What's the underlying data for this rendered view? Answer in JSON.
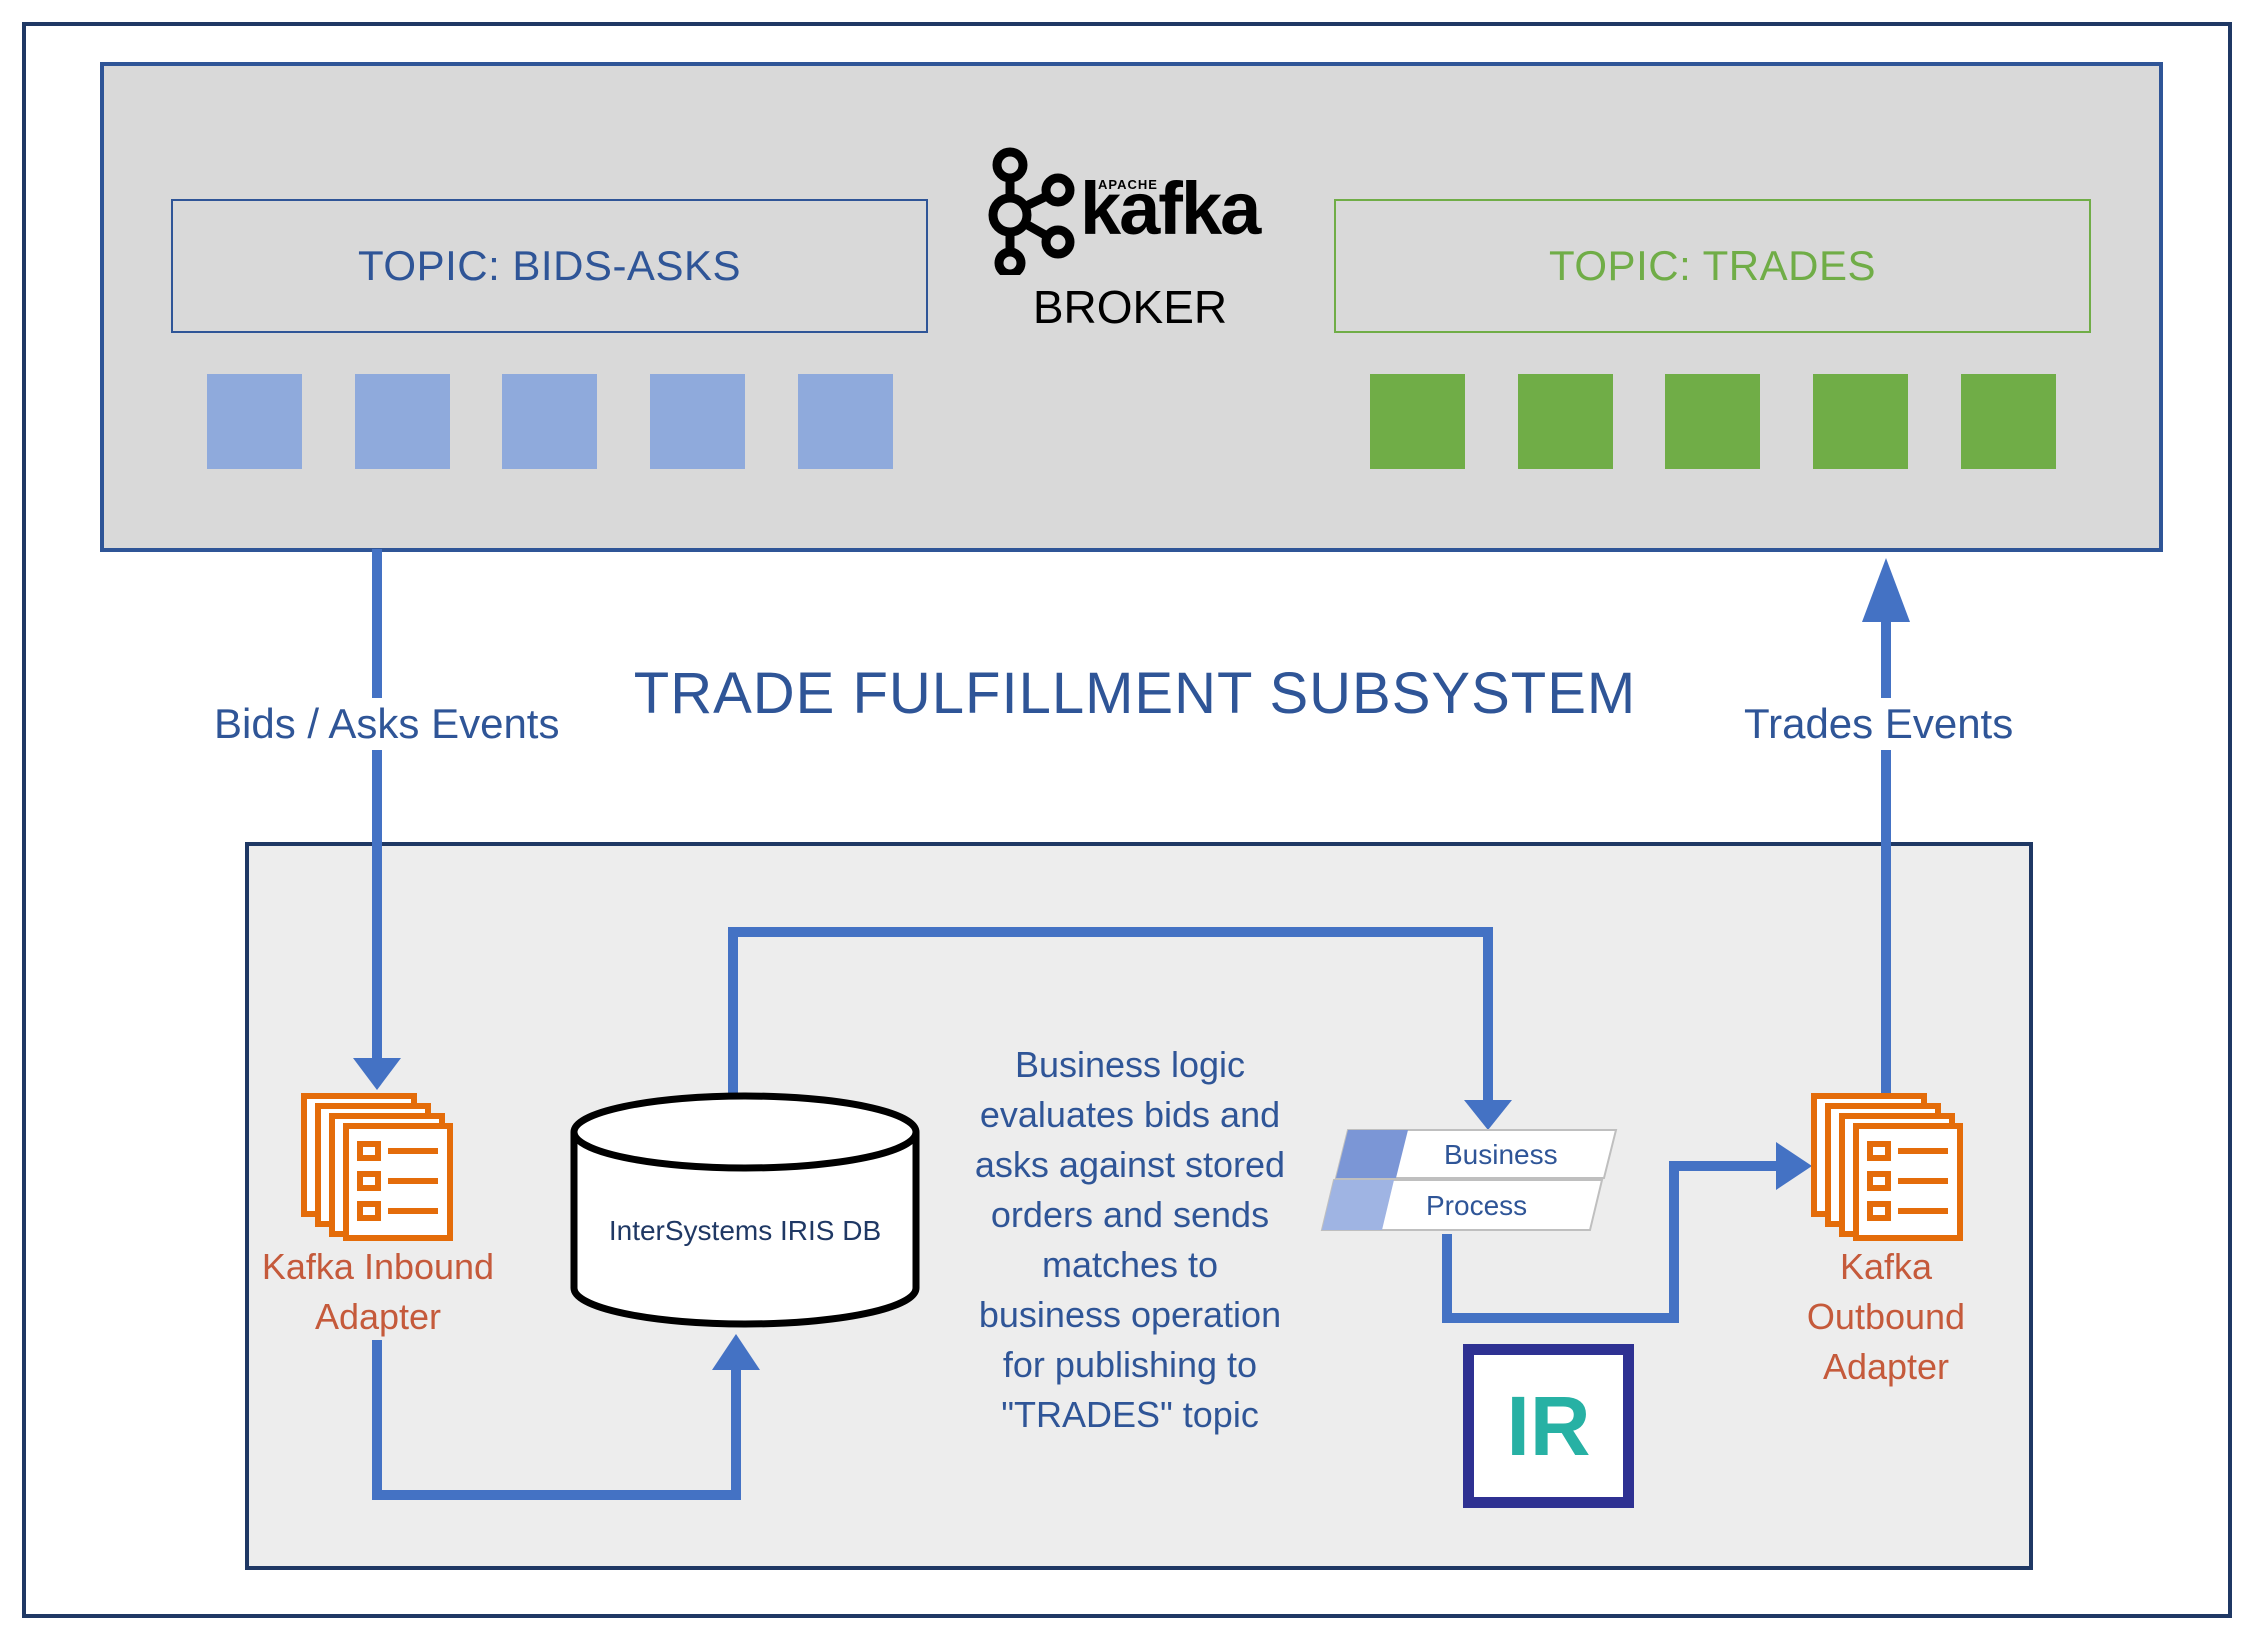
{
  "broker": {
    "logo_apache": "APACHE",
    "logo_text": "kafka",
    "label": "BROKER",
    "topic_bids": "TOPIC: BIDS-ASKS",
    "topic_trades": "TOPIC: TRADES"
  },
  "subsystem": {
    "title": "TRADE FULFILLMENT SUBSYSTEM",
    "bids_events": "Bids / Asks Events",
    "trades_events": "Trades Events",
    "inbound_line1": "Kafka Inbound",
    "inbound_line2": "Adapter",
    "outbound_line1": "Kafka",
    "outbound_line2": "Outbound",
    "outbound_line3": "Adapter",
    "db_label": "InterSystems IRIS DB",
    "business_label": "Business",
    "process_label": "Process",
    "logic_lines": [
      "Business logic",
      "evaluates bids and",
      "asks against stored",
      "orders and sends",
      "matches to",
      "business operation",
      "for publishing to",
      "\"TRADES\" topic"
    ],
    "ir_logo": "IR"
  },
  "colors": {
    "primary_blue": "#2f5597",
    "arrow_blue": "#4472c4",
    "light_blue": "#8faadc",
    "green": "#70ad47",
    "orange": "#e46c0a",
    "adapter_text": "#c55a3b",
    "ir_navy": "#2e3192",
    "ir_teal": "#27b1a4"
  },
  "icons": [
    "kafka-logo-icon",
    "adapter-stack-icon",
    "database-cylinder-icon",
    "business-process-icon",
    "iris-logo-icon"
  ]
}
